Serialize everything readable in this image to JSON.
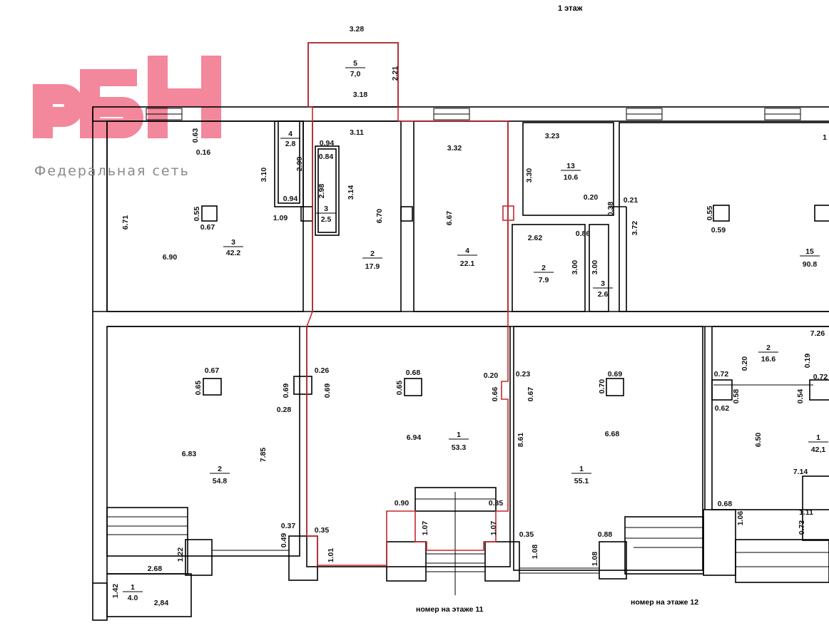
{
  "floor_title": "1 этаж",
  "logo": {
    "text": "РБН",
    "subtitle": "Федеральная сеть",
    "color": "#f0607a"
  },
  "captions": [
    "номер на этаже 11",
    "номер на этаже 12"
  ],
  "highlight_color": "#c8262c",
  "rooms": [
    {
      "number": "5",
      "area": "7,0"
    },
    {
      "number": "4",
      "area": "2.8"
    },
    {
      "number": "3",
      "area": "42.2"
    },
    {
      "number": "3",
      "area": "2.5"
    },
    {
      "number": "2",
      "area": "17.9"
    },
    {
      "number": "4",
      "area": "22.1"
    },
    {
      "number": "13",
      "area": "10.6"
    },
    {
      "number": "2",
      "area": "7.9"
    },
    {
      "number": "3",
      "area": "2.6"
    },
    {
      "number": "15",
      "area": "90.8"
    },
    {
      "number": "2",
      "area": "54.8"
    },
    {
      "number": "1",
      "area": "53.3"
    },
    {
      "number": "1",
      "area": "55.1"
    },
    {
      "number": "2",
      "area": "16.6"
    },
    {
      "number": "1",
      "area": "42,1"
    },
    {
      "number": "1",
      "area": "4.0"
    }
  ],
  "dimensions": [
    "3.28",
    "3.18",
    "3.11",
    "0.16",
    "0.94",
    "0.84",
    "0.94",
    "1.09",
    "0.67",
    "6.90",
    "3.32",
    "3.23",
    "0.20",
    "0.21",
    "0.86",
    "2.62",
    "0.59",
    "0.67",
    "0.26",
    "0.28",
    "0.68",
    "0.20",
    "0.23",
    "0.69",
    "6.83",
    "6.94",
    "6.68",
    "0.90",
    "0.35",
    "0.37",
    "0.35",
    "0.35",
    "0.88",
    "2.68",
    "2,84",
    "0.72",
    "0.62",
    "7.26",
    "0.72",
    "7.14",
    "0.68",
    "1.11",
    "1",
    "2.21",
    "0.63",
    "3.10",
    "2.99",
    "2.98",
    "3.14",
    "0.55",
    "6.71",
    "6.70",
    "6.67",
    "3.30",
    "0.38",
    "3.72",
    "3.00",
    "3.00",
    "0.55",
    "0.65",
    "0.69",
    "0.69",
    "0.65",
    "0.66",
    "0.67",
    "0.70",
    "7.85",
    "8.61",
    "0.49",
    "1.01",
    "1.07",
    "1.07",
    "1.22",
    "1.42",
    "1.08",
    "1.08",
    "6.50",
    "1.06",
    "0.73",
    "0.58",
    "0.20",
    "0.54",
    "0.19"
  ]
}
